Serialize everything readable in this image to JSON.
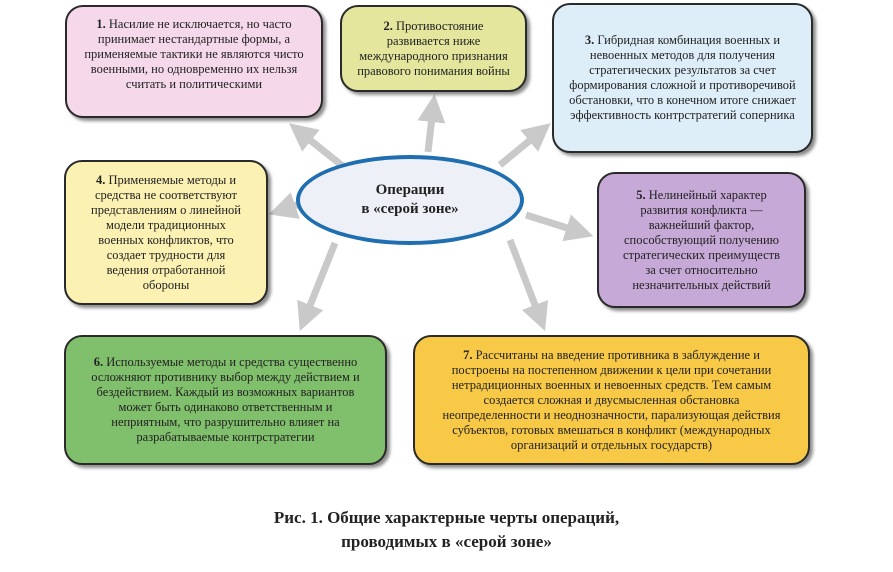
{
  "center": {
    "line1": "Операции",
    "line2": "в «серой зоне»"
  },
  "boxes": [
    {
      "num": "1.",
      "text": "Насилие не исключается, но часто принимает нестандартные формы, а применяемые тактики не являются чисто военными, но одновременно их нельзя считать и политическими",
      "color": "#f5d9ea"
    },
    {
      "num": "2.",
      "text": "Противостояние развивается ниже международного признания правового понимания войны",
      "color": "#e3e69c"
    },
    {
      "num": "3.",
      "text": "Гибридная комбинация военных и невоенных методов для получения стратегических результатов за счет формирования сложной и противоречивой обстановки, что в конечном итоге снижает эффективность контрстратегий соперника",
      "color": "#ddeef9"
    },
    {
      "num": "4.",
      "text": "Применяемые методы и средства не соответствуют представлениям о линейной модели традиционных военных конфликтов, что создает трудности для ведения отработанной обороны",
      "color": "#fbf1b2"
    },
    {
      "num": "5.",
      "text": "Нелинейный характер развития конфликта — важнейший фактор, способствующий получению стратегических преимуществ за счет относительно незначительных действий",
      "color": "#c7a9d7"
    },
    {
      "num": "6.",
      "text": "Используемые методы и средства существенно осложняют противнику выбор между действием и бездействием. Каждый из возможных вариантов может быть одинаково ответственным и неприятным, что разрушительно влияет на разрабатываемые контрстратегии",
      "color": "#80bf6b"
    },
    {
      "num": "7.",
      "text": "Рассчитаны на введение противника в заблуждение и построены на постепенном движении к цели при сочетании нетрадиционных военных и невоенных средств. Тем самым создается сложная и двусмысленная обстановка неопределенности и неоднозначности, парализующая действия субъектов, готовых вмешаться в конфликт (международных организаций и отдельных государств)",
      "color": "#f8c946"
    }
  ],
  "caption": {
    "line1": "Рис. 1. Общие характерные черты операций,",
    "line2": "проводимых в «серой зоне»"
  }
}
